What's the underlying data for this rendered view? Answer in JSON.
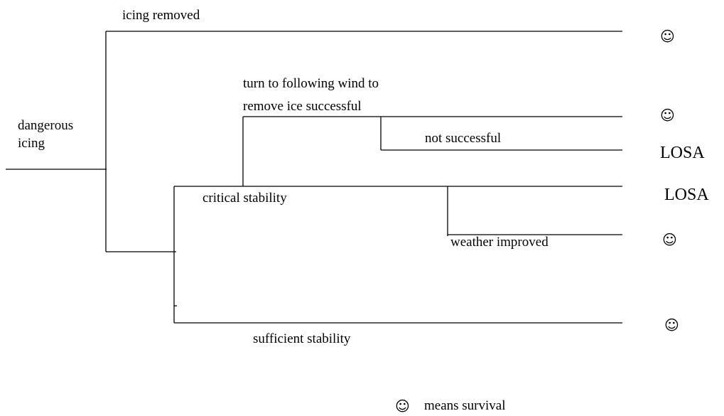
{
  "labels": {
    "root": "dangerous icing",
    "icing_removed": "icing removed",
    "turn_line1": "turn to following wind to",
    "turn_line2": "remove ice successful",
    "not_successful": "not successful",
    "critical_stability": "critical stability",
    "weather_improved": "weather improved",
    "sufficient_stability": "sufficient stability"
  },
  "outcomes": {
    "icing_removed": "☺",
    "turn_successful": "☺",
    "not_successful": "LOSA",
    "critical_stability": "LOSA",
    "weather_improved": "☺",
    "sufficient_stability": "☺"
  },
  "legend": {
    "symbol": "☺",
    "text": "means survival"
  }
}
